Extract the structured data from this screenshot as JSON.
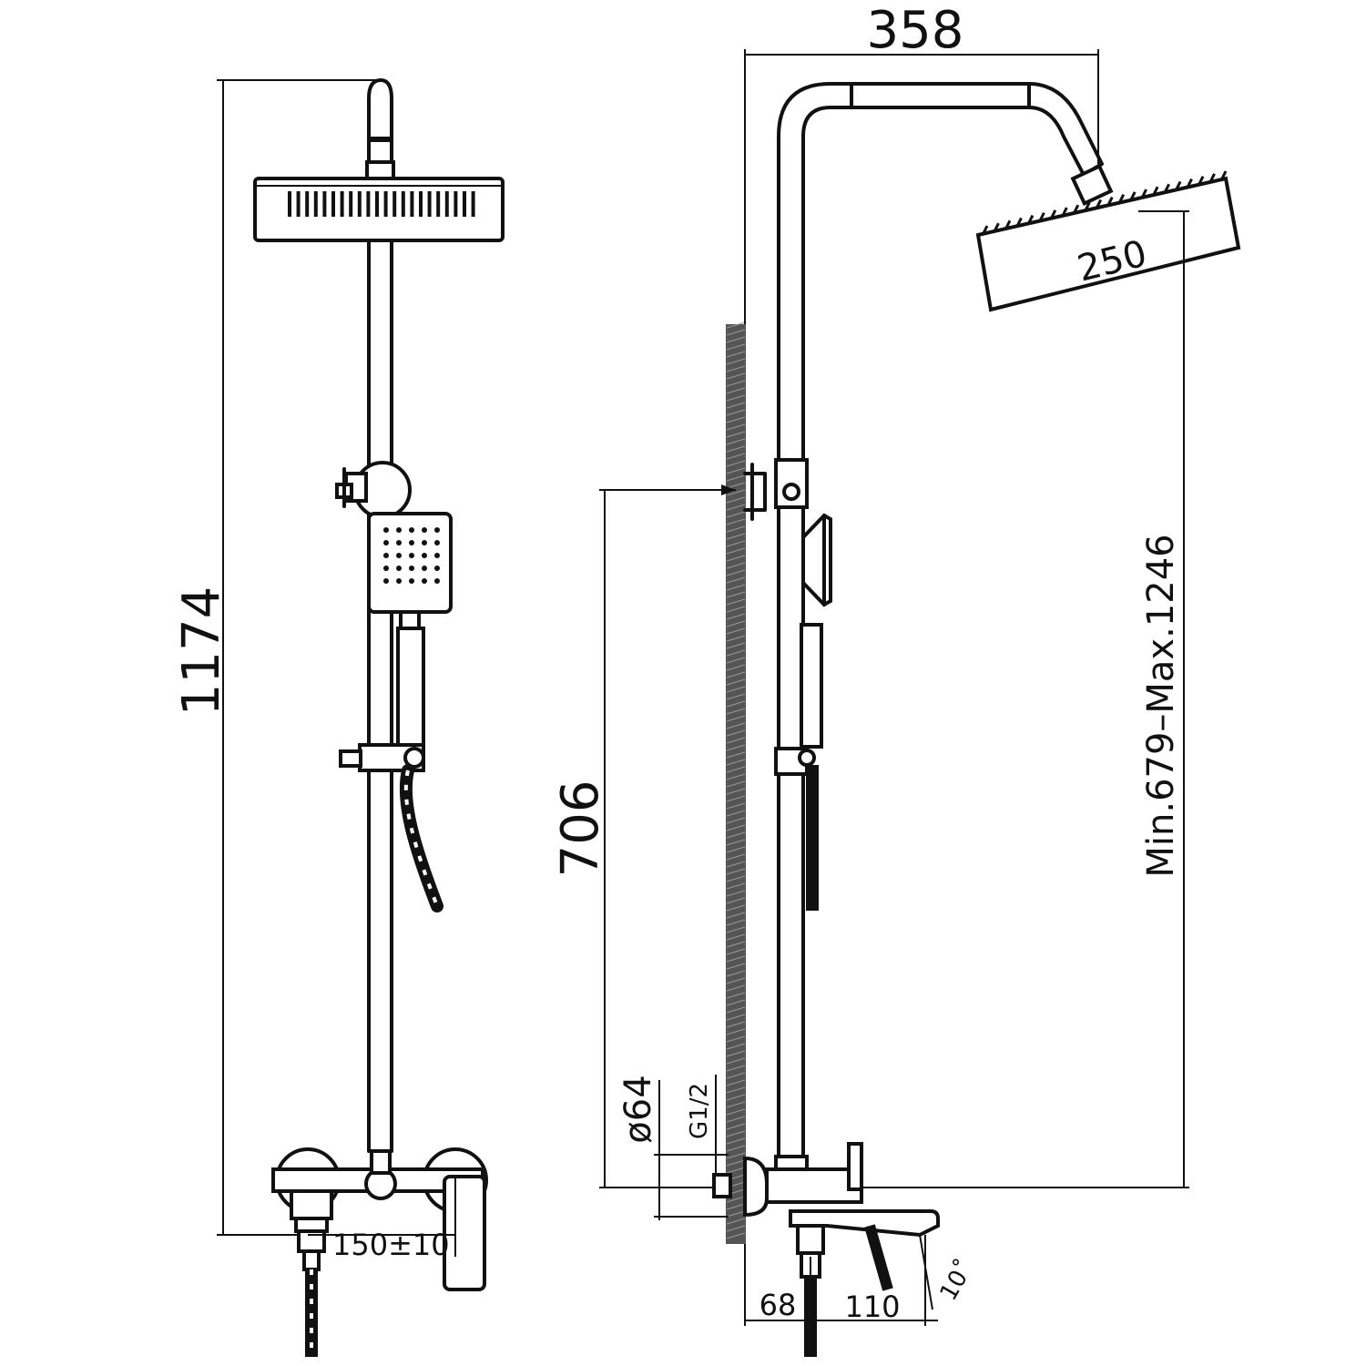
{
  "dimensions": {
    "overall_height": "1174",
    "mixer_spacing": "150±10",
    "rail_projection": "358",
    "head_size": "250",
    "bracket_height": "706",
    "adjustable_range": "Min.679–Max.1246",
    "flange_diameter": "ø64",
    "thread": "G1/2",
    "wall_offset": "68",
    "spout_length": "110",
    "spout_angle": "10˚"
  },
  "colors": {
    "line": "#111111",
    "background": "#ffffff"
  }
}
